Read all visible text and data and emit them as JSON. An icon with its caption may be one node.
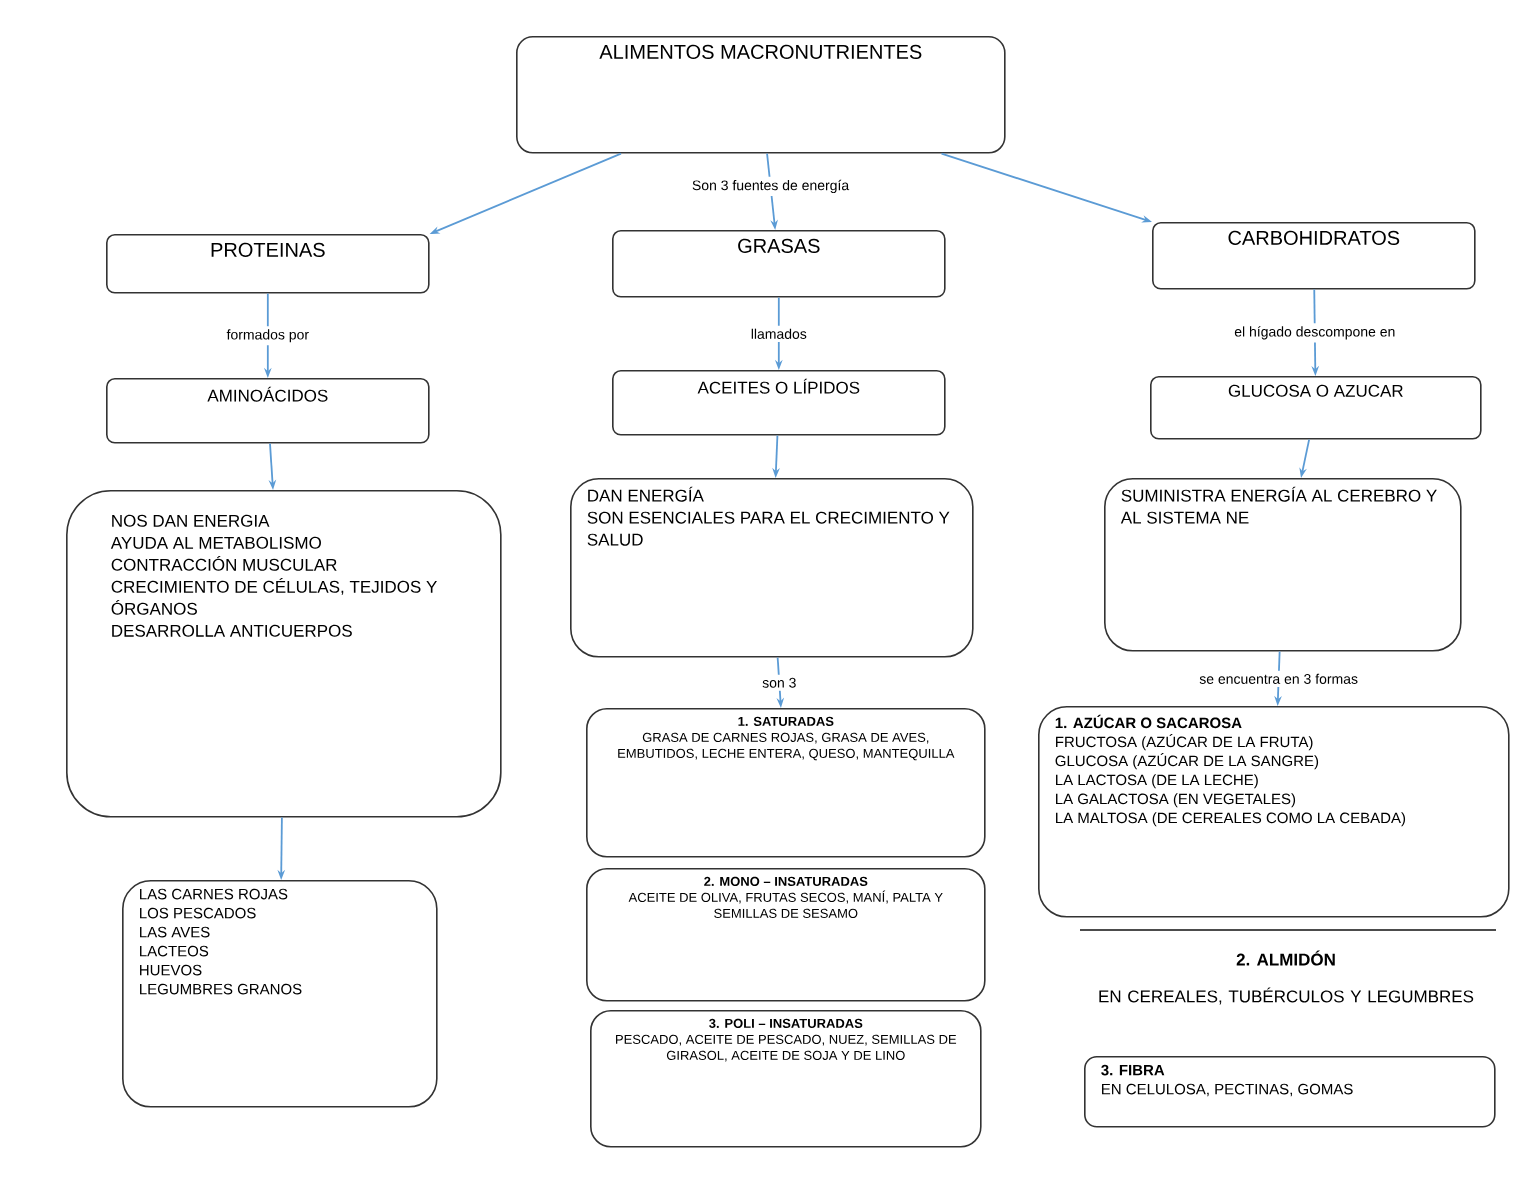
{
  "diagram": {
    "nodes": [
      {
        "text": [
          "ALIMENTOS MACRONUTRIENTES"
        ]
      },
      {
        "text": [
          "PROTEINAS"
        ]
      },
      {
        "text": [
          "GRASAS"
        ]
      },
      {
        "text": [
          "CARBOHIDRATOS"
        ]
      },
      {
        "text": [
          "AMINOÁCIDOS"
        ]
      },
      {
        "text": [
          "ACEITES O LÍPIDOS"
        ]
      },
      {
        "text": [
          "GLUCOSA O AZUCAR"
        ]
      },
      {
        "text": [
          "NOS DAN ENERGIA",
          "AYUDA AL METABOLISMO",
          "CONTRACCIÓN MUSCULAR",
          "CRECIMIENTO DE CÉLULAS, TEJIDOS Y ÓRGANOS",
          "DESARROLLA ANTICUERPOS"
        ]
      },
      {
        "text": [
          "DAN ENERGÍA",
          "SON ESENCIALES PARA EL CRECIMIENTO Y SALUD"
        ]
      },
      {
        "text": [
          "SUMINISTRA ENERGÍA AL CEREBRO Y AL SISTEMA NE"
        ]
      },
      {
        "text": [
          "LAS CARNES ROJAS",
          "LOS PESCADOS",
          "LAS AVES",
          "LACTEOS",
          "HUEVOS",
          "LEGUMBRES GRANOS"
        ]
      },
      {
        "text": [
          "1. SATURADAS",
          "GRASA DE CARNES ROJAS, GRASA DE AVES, EMBUTIDOS, LECHE ENTERA, QUESO, MANTEQUILLA"
        ]
      },
      {
        "text": [
          "2. MONO – INSATURADAS",
          "ACEITE DE OLIVA, FRUTAS SECOS, MANÍ, PALTA Y SEMILLAS DE SESAMO"
        ]
      },
      {
        "text": [
          "3. POLI – INSATURADAS",
          "PESCADO, ACEITE DE PESCADO, NUEZ, SEMILLAS DE GIRASOL, ACEITE DE SOJA Y DE LINO"
        ]
      },
      {
        "text": [
          "1. AZÚCAR O SACAROSA",
          "FRUCTOSA (AZÚCAR DE LA FRUTA)",
          "GLUCOSA (AZÚCAR DE LA SANGRE)",
          "LA LACTOSA (DE LA LECHE)",
          "LA GALACTOSA (EN VEGETALES)",
          "LA MALTOSA (DE CEREALES COMO LA CEBADA)"
        ]
      },
      {
        "text": [
          "3. FIBRA",
          "EN CELULOSA, PECTINAS, GOMAS"
        ]
      }
    ],
    "edges": [
      {
        "from": 0,
        "to": 1,
        "arrow": "to"
      },
      {
        "from": 0,
        "to": 2,
        "arrow": "to",
        "label": "Son 3 fuentes de energía"
      },
      {
        "from": 0,
        "to": 3,
        "arrow": "to"
      },
      {
        "from": 1,
        "to": 4,
        "arrow": "to",
        "label": "formados por"
      },
      {
        "from": 2,
        "to": 5,
        "arrow": "to",
        "label": "llamados"
      },
      {
        "from": 3,
        "to": 6,
        "arrow": "to",
        "label": "el hígado descompone en"
      },
      {
        "from": 4,
        "to": 7,
        "arrow": "to"
      },
      {
        "from": 5,
        "to": 8,
        "arrow": "to"
      },
      {
        "from": 6,
        "to": 9,
        "arrow": "to"
      },
      {
        "from": 7,
        "to": 10,
        "arrow": "to"
      },
      {
        "from": 8,
        "to": 11,
        "arrow": "to",
        "label": "son 3"
      },
      {
        "from": 9,
        "to": 14,
        "arrow": "to",
        "label": "se encuentra en 3 formas"
      }
    ],
    "labels": [
      "2. ALMIDÓN",
      "EN CEREALES, TUBÉRCULOS Y LEGUMBRES"
    ]
  }
}
